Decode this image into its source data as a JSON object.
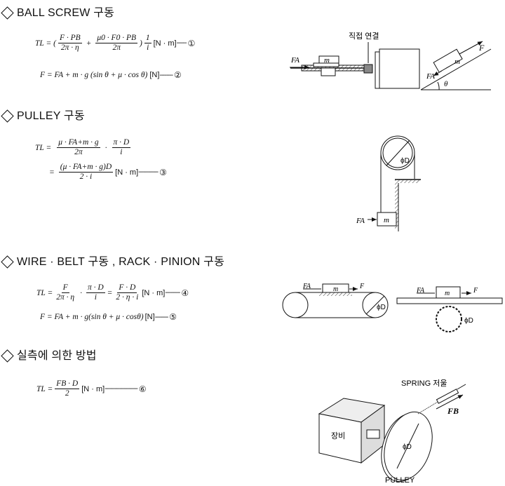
{
  "sections": [
    {
      "title": "BALL SCREW 구동"
    },
    {
      "title": "PULLEY 구동"
    },
    {
      "title": "WIRE · BELT 구동 , RACK · PINION 구동"
    },
    {
      "title": "실측에 의한 방법"
    }
  ],
  "equations": {
    "e1": {
      "lhs": "TL = (",
      "f1_num": "F · PB",
      "f1_den": "2π · η",
      "plus": "+",
      "f2_num": "μ0 · F0 · PB",
      "f2_den": "2π",
      "close": ")",
      "f3_num": "1",
      "f3_den": "i",
      "unit": "[N · m]",
      "dash": "------",
      "marker": "①"
    },
    "e2": {
      "text": "F = FA + m · g (sin θ + μ · cos θ)",
      "unit": "[N]",
      "dash": "--------",
      "marker": "②"
    },
    "e3": {
      "lhs": "TL =",
      "f1_num": "μ · FA+m · g",
      "f1_den": "2π",
      "dot": "·",
      "f2_num": "π · D",
      "f2_den": "i"
    },
    "e3b": {
      "lhs": "=",
      "f_num": "(μ · FA+m · g)D",
      "f_den": "2 · i",
      "unit": "[N · m]",
      "dash": "------------",
      "marker": "③"
    },
    "e4": {
      "lhs": "TL =",
      "f1_num": "F",
      "f1_den": "2π · η",
      "dot": "·",
      "f2_num": "π · D",
      "f2_den": "i",
      "eq": "=",
      "f3_num": "F · D",
      "f3_den": "2 · η · i",
      "unit": "[N · m]",
      "dash": "---------",
      "marker": "④"
    },
    "e5": {
      "text": "F = FA + m · g(sin θ + μ · cosθ)",
      "unit": "[N]",
      "dash": "--------",
      "marker": "⑤"
    },
    "e6": {
      "lhs": "TL =",
      "f_num": "FB · D",
      "f_den": "2",
      "unit": "[N · m]",
      "dash": "--------------------",
      "marker": "⑥"
    }
  },
  "diagrams": {
    "ballscrew": {
      "coupling_label": "직접 연결",
      "fa": "FA",
      "mass": "m",
      "f": "F",
      "theta": "θ"
    },
    "pulley": {
      "diameter": "ϕD",
      "fa": "FA",
      "mass": "m"
    },
    "belt": {
      "fa": "FA",
      "mass": "m",
      "f": "F",
      "diameter": "ϕD"
    },
    "rack": {
      "fa": "FA",
      "mass": "m",
      "f": "F",
      "diameter": "ϕD"
    },
    "measure": {
      "spring_label": "SPRING 저울",
      "fb": "FB",
      "device_label": "장비",
      "diameter": "ϕD",
      "pulley_label": "PULLEY"
    }
  }
}
